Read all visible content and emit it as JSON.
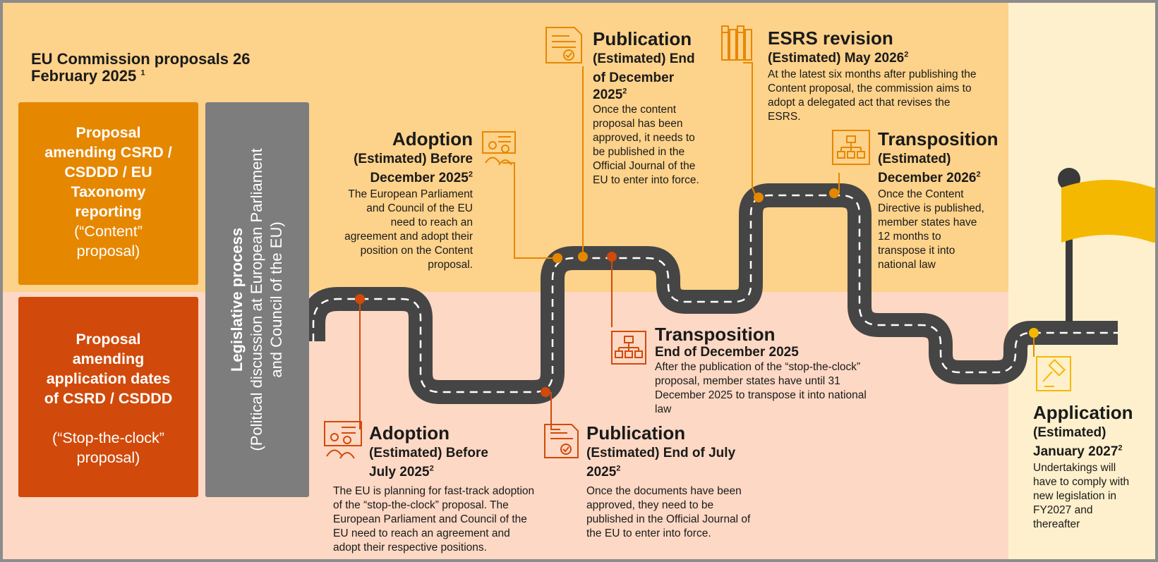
{
  "header": {
    "line1": "EU Commission proposals 26",
    "line2": "February 2025",
    "footnote": "1"
  },
  "left_boxes": {
    "content": {
      "bold_lines": [
        "Proposal",
        "amending CSRD /",
        "CSDDD / EU",
        "Taxonomy",
        "reporting"
      ],
      "normal_lines": [
        "(“Content”",
        "proposal)"
      ],
      "color": "#e68700"
    },
    "stop": {
      "bold_lines": [
        "Proposal",
        "amending",
        "application dates",
        "of CSRD / CSDDD"
      ],
      "normal_lines": [
        "(“Stop-the-clock”",
        "proposal)"
      ],
      "color": "#d14a0b"
    }
  },
  "legislative": {
    "bold": "Legislative process",
    "normal_lines": [
      "(Political discussion at European Parliament",
      "and Council of the EU)"
    ],
    "color": "#7d7d7d"
  },
  "milestones": {
    "adoption_content": {
      "title": "Adoption",
      "sub_lines": [
        "(Estimated) Before",
        "December 2025"
      ],
      "footnote": "2",
      "body_lines": [
        "The European Parliament",
        "and  Council of the EU",
        "need to reach an",
        "agreement and adopt their",
        "position on the Content",
        "proposal."
      ]
    },
    "publication_content": {
      "title": "Publication",
      "sub_lines": [
        "(Estimated) End",
        "of December",
        "2025"
      ],
      "footnote": "2",
      "body_lines": [
        "Once the content",
        "proposal has been",
        "approved, it needs to",
        "be published in the",
        "Official Journal of the",
        "EU to enter into force."
      ]
    },
    "esrs_revision": {
      "title": "ESRS revision",
      "sub_lines": [
        "(Estimated) May 2026"
      ],
      "footnote": "2",
      "body_lines": [
        "At the latest six months after publishing the",
        "Content proposal, the commission aims to",
        "adopt a delegated act that revises the",
        "ESRS."
      ]
    },
    "transposition_content": {
      "title": "Transposition",
      "sub_lines": [
        "(Estimated)",
        "December 2026"
      ],
      "footnote": "2",
      "body_lines": [
        "Once the Content",
        "Directive is published,",
        "member states have",
        "12 months to",
        "transpose it into",
        "national law"
      ]
    },
    "transposition_stop": {
      "title": "Transposition",
      "sub_lines": [
        "End of December 2025"
      ],
      "footnote": "",
      "body_lines": [
        "After the publication of the “stop-the-clock”",
        "proposal, member states have until 31",
        "December 2025 to transpose it into national",
        "law"
      ]
    },
    "adoption_stop": {
      "title": "Adoption",
      "sub_lines": [
        "(Estimated) Before",
        "July 2025"
      ],
      "footnote": "2",
      "body_lines": [
        "The EU is planning for fast-track adoption",
        "of the “stop-the-clock” proposal. The",
        "European Parliament and Council of the",
        "EU need to reach an agreement and",
        "adopt their respective positions."
      ]
    },
    "publication_stop": {
      "title": "Publication",
      "sub_lines": [
        "(Estimated) End of July",
        "2025"
      ],
      "footnote": "2",
      "body_lines": [
        "Once the documents have been",
        "approved, they need to be",
        "published in the Official Journal of",
        "the EU to enter into force."
      ]
    },
    "application": {
      "title": "Application",
      "sub_lines": [
        "(Estimated)",
        "January 2027"
      ],
      "footnote": "2",
      "body_lines": [
        "Undertakings will",
        "have to comply with",
        "new legislation in",
        "FY2027 and",
        "thereafter"
      ]
    }
  },
  "colors": {
    "content_accent": "#e68700",
    "stop_accent": "#d14a0b",
    "application_accent": "#f5b800",
    "road": "#454545",
    "road_dash": "#ffffff",
    "flag": "#f5b800"
  },
  "icons": [
    "document-check-icon",
    "books-icon",
    "meeting-board-icon",
    "org-chart-icon",
    "gavel-icon",
    "flag-icon"
  ]
}
